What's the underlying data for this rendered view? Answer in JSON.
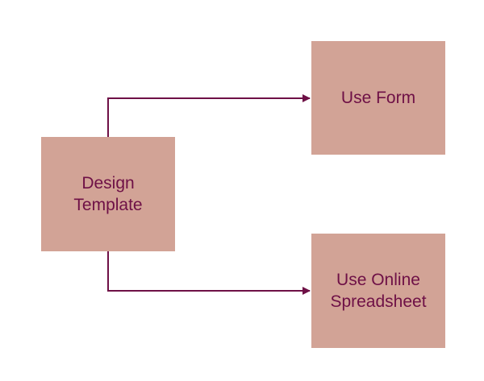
{
  "colors": {
    "node_fill": "#d2a396",
    "text": "#6e1046",
    "connector": "#6e1046",
    "background": "#ffffff"
  },
  "nodes": {
    "design_template": {
      "line1": "Design",
      "line2": "Template"
    },
    "use_form": {
      "line1": "Use Form"
    },
    "use_online_spreadsheet": {
      "line1": "Use Online",
      "line2": "Spreadsheet"
    }
  },
  "edges": [
    {
      "from": "design_template",
      "to": "use_form"
    },
    {
      "from": "design_template",
      "to": "use_online_spreadsheet"
    }
  ]
}
